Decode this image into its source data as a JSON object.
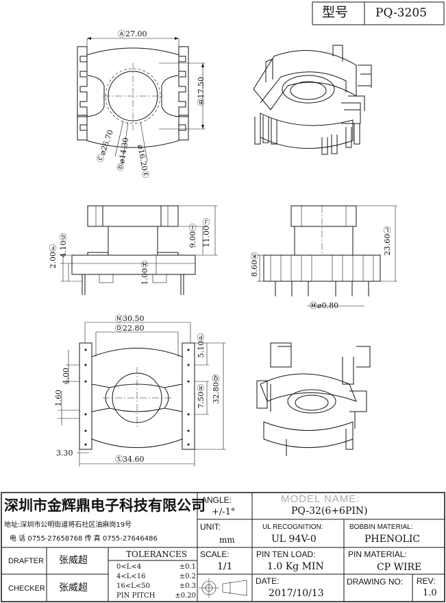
{
  "header": {
    "model_label": "型号",
    "model_value": "PQ-3205"
  },
  "dims": {
    "a": "Ⓐ27.00",
    "b": "Ⓑ17.50",
    "c": "Ⓒ⌀26.70",
    "d": "Ⓓ⌀14.30",
    "e": "⌀16.20Ⓔ",
    "f": "2.00Ⓕ",
    "g": "4.10Ⓖ",
    "h": "1.00Ⓗ",
    "i": "9.00Ⓘ",
    "j": "11.00Ⓙ",
    "k": "8.60Ⓚ",
    "l": "23.60Ⓛ",
    "m": "Ⓜ⌀0.80",
    "n": "Ⓝ30.50",
    "o": "Ⓞ22.80",
    "p": "5.10Ⓟ",
    "q": "32.80Ⓠ",
    "r": "7.50Ⓡ",
    "s": "Ⓢ34.60",
    "d400": "4.00",
    "d160": "1.60",
    "d330": "3.30"
  },
  "company": {
    "name": "深圳市金辉鼎电子科技有限公司",
    "address": "地址:深圳市公明街道将石社区油麻岗19号",
    "phone": "电 话  0755-27658768   传 真  0755-27646486"
  },
  "title_block": {
    "angle_label": "ANGLE:",
    "angle_value": "+/-1°",
    "model_name_label": "MODEL  NAME:",
    "model_name_value": "PQ-32(6+6PIN)",
    "unit_label": "UNIT:",
    "unit_value": "mm",
    "ul_label": "UL RECOGNITION:",
    "ul_value": "UL 94V-0",
    "bobbin_label": "BOBBIN MATERIAL:",
    "bobbin_value": "PHENOLIC",
    "scale_label": "SCALE:",
    "scale_value": "1/1",
    "pin_load_label": "PIN TEN LOAD:",
    "pin_load_value": "1.0 Kg MIN",
    "pin_material_label": "PIN MATERIAL:",
    "pin_material_value": "CP WIRE",
    "date_label": "DATE:",
    "date_value": "2017/10/13",
    "drawing_no_label": "DRAWING NO:",
    "rev_label": "REV:",
    "rev_value": "1.0",
    "drafter_label": "DRAFTER",
    "drafter_value": "张威超",
    "checker_label": "CHECKER",
    "checker_value": "张威超",
    "tolerances_label": "TOLERANCES",
    "tol": [
      {
        "range": "0<L<4",
        "value": "±0.1"
      },
      {
        "range": "4<L<16",
        "value": "±0.2"
      },
      {
        "range": "16<L<50",
        "value": "±0.3"
      },
      {
        "range": "PIN PITCH",
        "value": "±0.20"
      }
    ]
  }
}
